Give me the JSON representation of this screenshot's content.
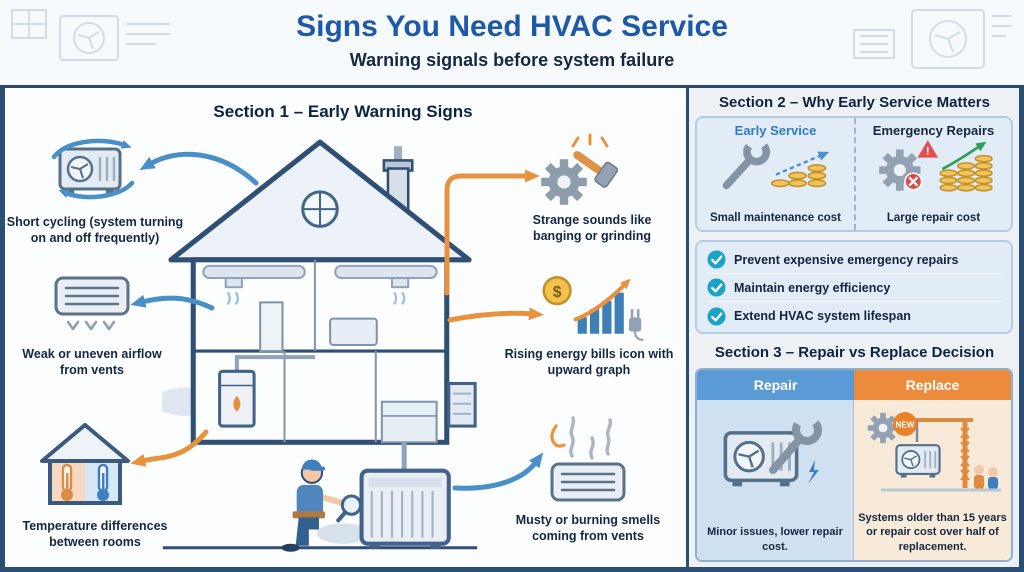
{
  "header": {
    "title": "Signs You Need HVAC Service",
    "subtitle": "Warning signals before system failure"
  },
  "section1": {
    "title": "Section 1 – Early Warning Signs",
    "callouts": {
      "short_cycling": "Short cycling (system turning on and off frequently)",
      "weak_airflow": "Weak or uneven airflow from vents",
      "temp_differences": "Temperature differences between rooms",
      "strange_sounds": "Strange sounds like banging or grinding",
      "rising_bills": "Rising energy bills icon with upward graph",
      "musty_smells": "Musty or burning smells coming from vents"
    }
  },
  "section2": {
    "title": "Section 2 – Why Early Service Matters",
    "early_service": {
      "label": "Early Service",
      "caption": "Small maintenance cost"
    },
    "emergency_repairs": {
      "label": "Emergency Repairs",
      "caption": "Large repair cost"
    },
    "checklist": [
      "Prevent expensive emergency repairs",
      "Maintain energy efficiency",
      "Extend HVAC system lifespan"
    ]
  },
  "section3": {
    "title": "Section 3 – Repair vs Replace Decision",
    "repair": {
      "header": "Repair",
      "caption": "Minor issues, lower repair cost."
    },
    "replace": {
      "header": "Replace",
      "caption": "Systems older than 15 years or repair cost over half of replacement.",
      "badge": "NEW"
    }
  },
  "icons": {
    "dollar_glyph": "$",
    "alert_glyph": "!",
    "names": [
      "fan-cycle-icon",
      "vent-airflow-icon",
      "house-thermometers-icon",
      "gear-hammer-icon",
      "rising-bills-icon",
      "musty-vent-icon",
      "wrench-coins-icon",
      "gear-alert-coins-icon",
      "check-icon",
      "repair-ac-wrench-icon",
      "replace-crane-icon"
    ]
  },
  "colors": {
    "title_blue": "#1d59a8",
    "accent_blue": "#4a90c8",
    "accent_orange": "#e8923e",
    "check_teal": "#1ba3c6",
    "table_header_blue": "#5b9bd5",
    "table_header_orange": "#ed8b3d"
  }
}
